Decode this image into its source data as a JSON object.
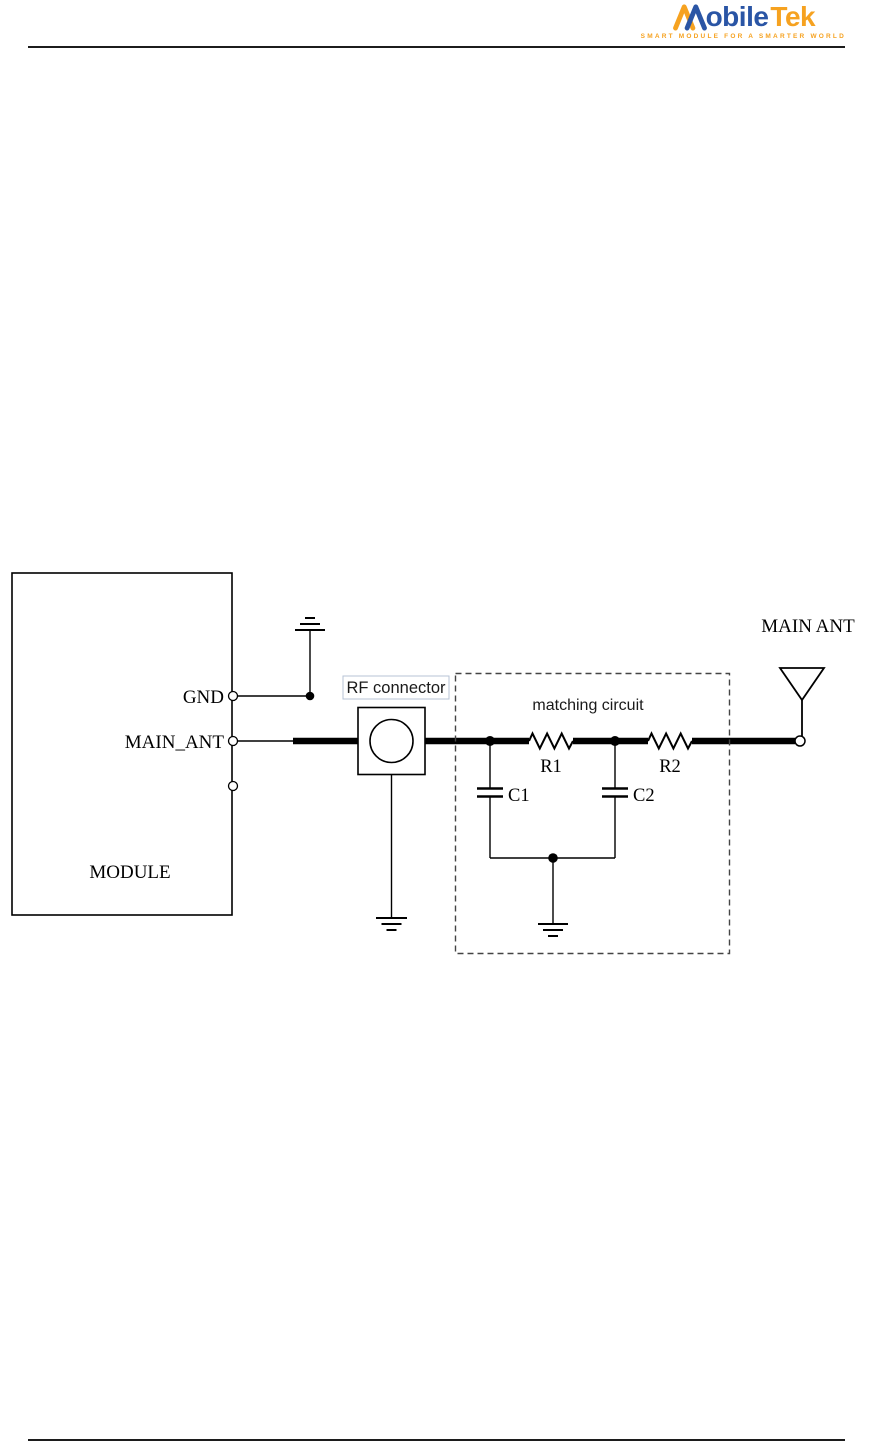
{
  "header": {
    "logo": {
      "brand": "MobileTek",
      "wordmark_mobile_rest": "obile",
      "wordmark_tek": "Tek",
      "tagline": "Smart module for a smarter world"
    },
    "colors": {
      "blue": "#2a55a5",
      "orange": "#f6a220"
    }
  },
  "diagram": {
    "module_label": "MODULE",
    "pin_labels": {
      "gnd": "GND",
      "main_ant": "MAIN_ANT"
    },
    "rf_connector_label": "RF connector",
    "matching_circuit_label": "matching circuit",
    "component_labels": {
      "r1": "R1",
      "r2": "R2",
      "c1": "C1",
      "c2": "C2"
    },
    "antenna_label": "MAIN ANT"
  }
}
